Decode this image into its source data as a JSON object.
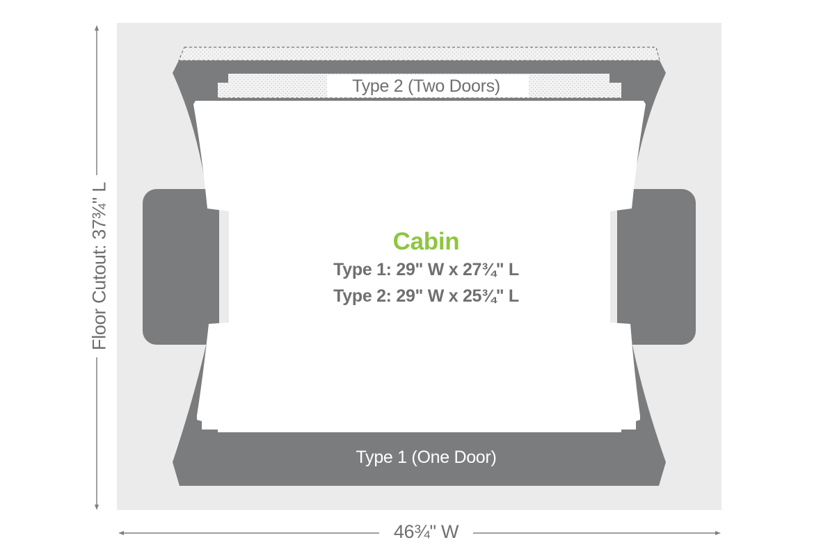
{
  "diagram": {
    "type": "floor-plan",
    "colors": {
      "background": "#ffffff",
      "floor_cutout_area": "#ebebeb",
      "frame_gray": "#7b7c7e",
      "cabin_white": "#ffffff",
      "accent_green": "#8dc63f",
      "text_gray": "#6f6f70",
      "dimension_line": "#808080"
    },
    "labels": {
      "type2_door": "Type 2 (Two Doors)",
      "type1_door": "Type 1 (One Door)"
    },
    "cabin": {
      "title": "Cabin",
      "type1_dims": "Type 1: 29\" W x 27¾\" L",
      "type2_dims": "Type 2: 29\" W x 25¾\" L"
    },
    "dimensions": {
      "width": "46¾\" W",
      "length": "Floor Cutout: 37¾\" L"
    }
  }
}
